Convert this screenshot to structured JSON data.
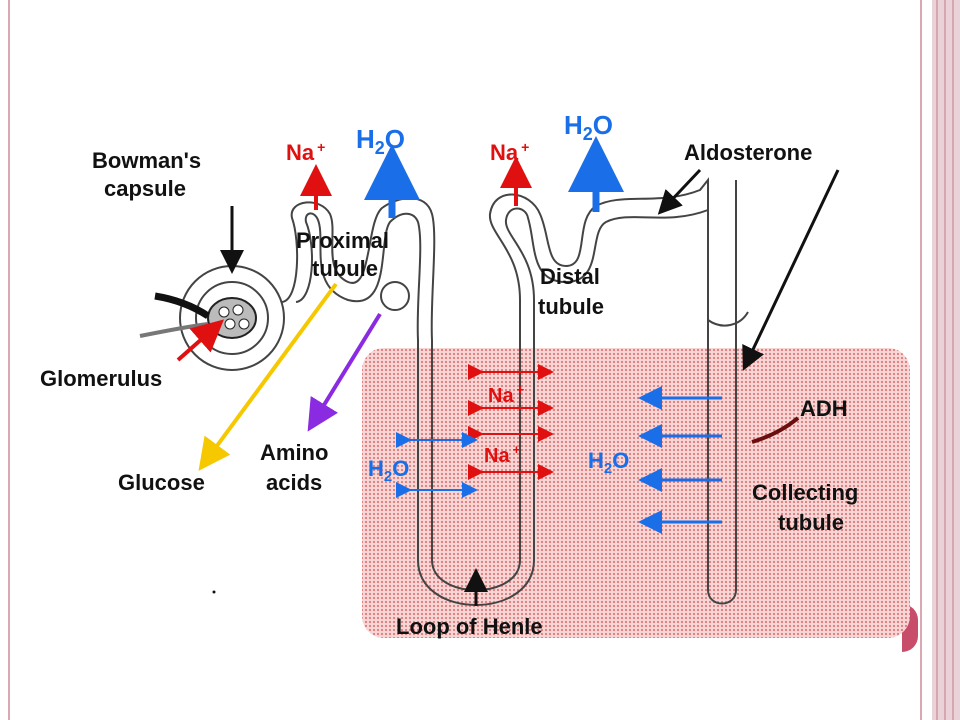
{
  "labels": {
    "bowmans_1": "Bowman's",
    "bowmans_2": "capsule",
    "glomerulus": "Glomerulus",
    "proximal_1": "Proximal",
    "proximal_2": "tubule",
    "distal_1": "Distal",
    "distal_2": "tubule",
    "aldosterone": "Aldosterone",
    "glucose": "Glucose",
    "amino_1": "Amino",
    "amino_2": "acids",
    "loop": "Loop of Henle",
    "adh": "ADH",
    "collecting_1": "Collecting",
    "collecting_2": "tubule",
    "na": "Na",
    "plus": "+",
    "h": "H",
    "two": "2",
    "o": "O"
  },
  "colors": {
    "sodium": "#e01010",
    "water": "#1a6fe8",
    "glucose_arrow": "#f5c800",
    "amino_arrow": "#8a2be2",
    "medulla": "#f2b8b8",
    "accent": "#c84d6b"
  }
}
